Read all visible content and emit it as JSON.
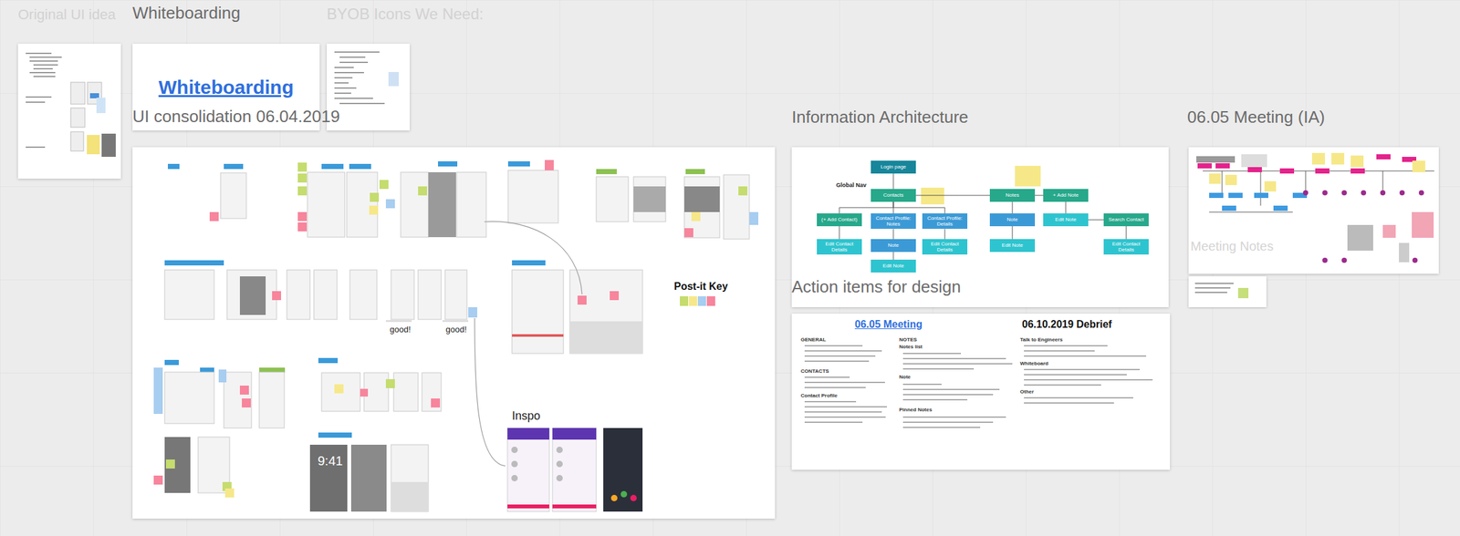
{
  "diagram": {
    "nodes": [
      {
        "text": [
          "Whiteboarding"
        ]
      },
      {
        "text": [
          "Login page"
        ]
      },
      {
        "text": [
          "Contacts"
        ]
      },
      {
        "text": [
          "Notes"
        ]
      },
      {
        "text": [
          "+ Add Note"
        ]
      },
      {
        "text": [
          "(+ Add Contact)"
        ]
      },
      {
        "text": [
          "Contact Profile: Notes"
        ]
      },
      {
        "text": [
          "Contact Profile: Details"
        ]
      },
      {
        "text": [
          "Note"
        ]
      },
      {
        "text": [
          "Edit Note"
        ]
      },
      {
        "text": [
          "Search Contact"
        ]
      },
      {
        "text": [
          "Edit Contact Details"
        ]
      },
      {
        "text": [
          "Note"
        ]
      },
      {
        "text": [
          "Edit Contact Details"
        ]
      },
      {
        "text": [
          "Edit Note"
        ]
      },
      {
        "text": [
          "Edit Contact Details"
        ]
      },
      {
        "text": [
          "Edit Note"
        ]
      },
      {
        "text": [
          "06.05 Meeting",
          "06.10.2019 Debrief",
          "GENERAL",
          "CONTACTS",
          "Contact Profile",
          "NOTES",
          "Notes list",
          "Note",
          "Pinned Notes",
          "Talk to Engineers",
          "Whiteboard",
          "Other"
        ]
      }
    ],
    "edges": [
      {
        "from": 1,
        "to": 2,
        "arrow": "none"
      },
      {
        "from": 2,
        "to": 3,
        "arrow": "none"
      },
      {
        "from": 3,
        "to": 4,
        "arrow": "none"
      },
      {
        "from": 2,
        "to": 5,
        "arrow": "none"
      },
      {
        "from": 2,
        "to": 6,
        "arrow": "none"
      },
      {
        "from": 2,
        "to": 7,
        "arrow": "none"
      },
      {
        "from": 3,
        "to": 8,
        "arrow": "none"
      },
      {
        "from": 4,
        "to": 9,
        "arrow": "none"
      },
      {
        "from": 9,
        "to": 10,
        "arrow": "none"
      },
      {
        "from": 5,
        "to": 11,
        "arrow": "none"
      },
      {
        "from": 6,
        "to": 12,
        "arrow": "none"
      },
      {
        "from": 7,
        "to": 13,
        "arrow": "none"
      },
      {
        "from": 8,
        "to": 14,
        "arrow": "none"
      },
      {
        "from": 10,
        "to": 15,
        "arrow": "none"
      },
      {
        "from": 12,
        "to": 16,
        "arrow": "none"
      }
    ],
    "labels": [
      "Original UI idea",
      "Whiteboarding",
      "BYOB Icons We Need:",
      "UI consolidation 06.04.2019",
      "Information Architecture",
      "06.05 Meeting (IA)",
      "Action items for design",
      "Meeting Notes",
      "Post-it Key",
      "good!",
      "good!",
      "Inspo",
      "Global Nav",
      "9:41"
    ]
  }
}
